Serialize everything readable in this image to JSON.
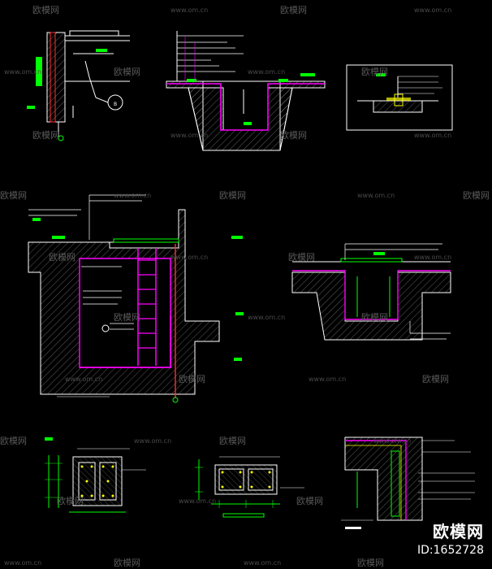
{
  "watermark": {
    "brand": "欧模网",
    "url": "www.om.cn"
  },
  "brand_badge": {
    "logo": "欧模网",
    "id": "ID:1652728"
  },
  "drawing": {
    "detail_marker": "B",
    "lines_color": "#ffffff",
    "accent_magenta": "#ff00ff",
    "accent_green": "#00ff00",
    "accent_cyan": "#00ffff",
    "accent_yellow": "#ffff00",
    "accent_red": "#ff3030"
  }
}
